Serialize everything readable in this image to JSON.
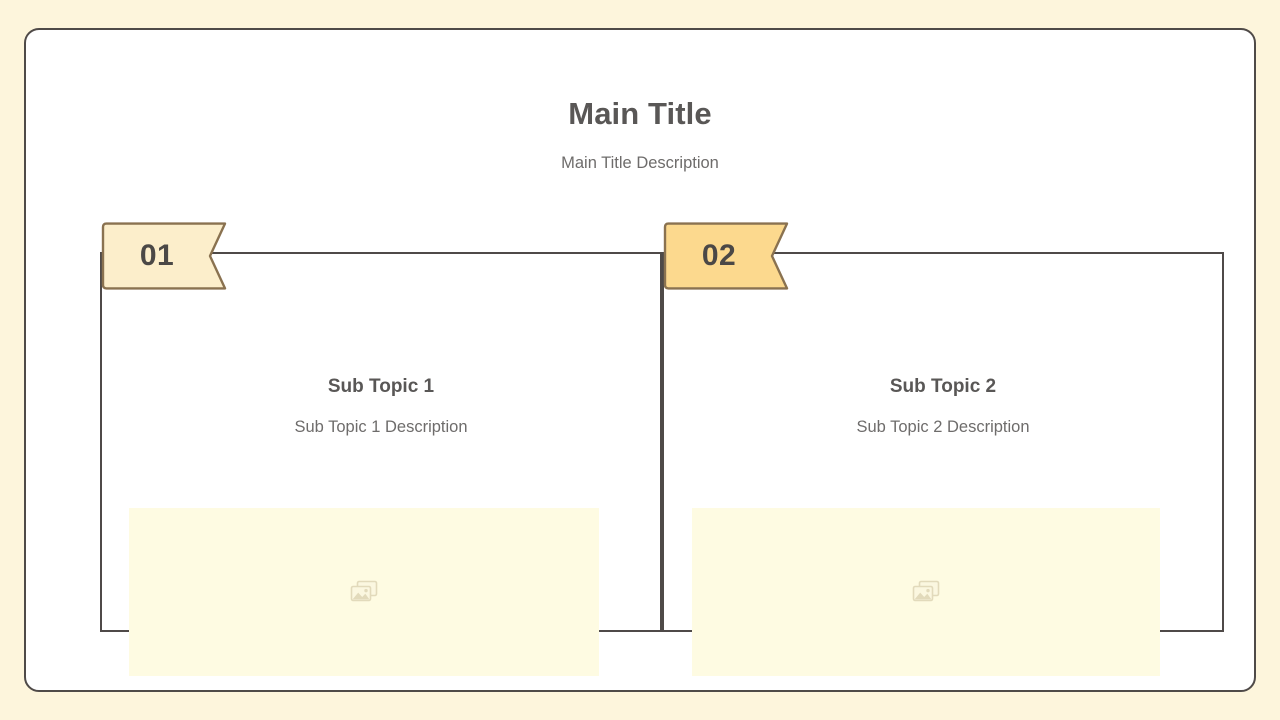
{
  "slide": {
    "background_color": "#fdf5dc",
    "surface_color": "#ffffff",
    "border_color": "#4f4a48"
  },
  "header": {
    "title": "Main Title",
    "description": "Main Title Description"
  },
  "cards": [
    {
      "number": "01",
      "ribbon_color": "#fceecb",
      "ribbon_border_color": "#8a7250",
      "title": "Sub Topic 1",
      "description": "Sub Topic 1 Description",
      "placeholder": {
        "icon": "image-stack-icon",
        "fill_color": "#fefbe2",
        "icon_color": "#e4ddc0"
      }
    },
    {
      "number": "02",
      "ribbon_color": "#fcd98e",
      "ribbon_border_color": "#8a7250",
      "title": "Sub Topic 2",
      "description": "Sub Topic 2 Description",
      "placeholder": {
        "icon": "image-stack-icon",
        "fill_color": "#fefbe2",
        "icon_color": "#e4ddc0"
      }
    }
  ]
}
